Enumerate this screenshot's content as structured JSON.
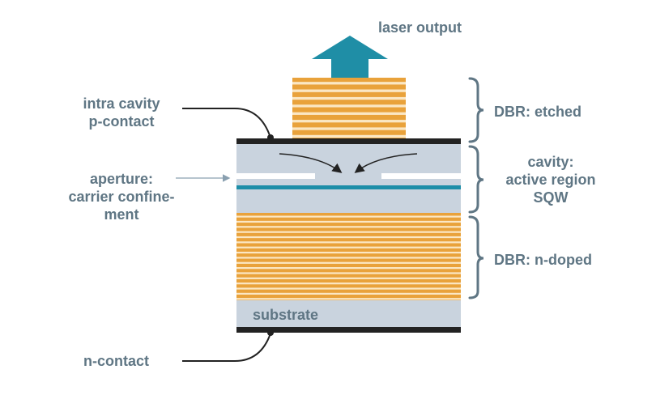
{
  "labels": {
    "laser_output": "laser output",
    "intra_cavity_line1": "intra cavity",
    "intra_cavity_line2": "p-contact",
    "aperture_line1": "aperture:",
    "aperture_line2": "carrier confine-",
    "aperture_line3": "ment",
    "n_contact": "n-contact",
    "dbr_etched": "DBR: etched",
    "cavity_line1": "cavity:",
    "cavity_line2": "active region",
    "cavity_line3": "SQW",
    "dbr_ndoped": "DBR: n-doped",
    "substrate": "substrate"
  },
  "colors": {
    "label_text": "#5f7684",
    "orange": "#e9a23b",
    "light_stripe": "#fbe7c4",
    "cavity_gray": "#c9d3de",
    "teal": "#1d8ea8",
    "dark": "#222222",
    "arrow_teal": "#1f8ea6"
  },
  "structure": {
    "top_dbr_stripes": 8,
    "bottom_dbr_stripes": 17
  }
}
